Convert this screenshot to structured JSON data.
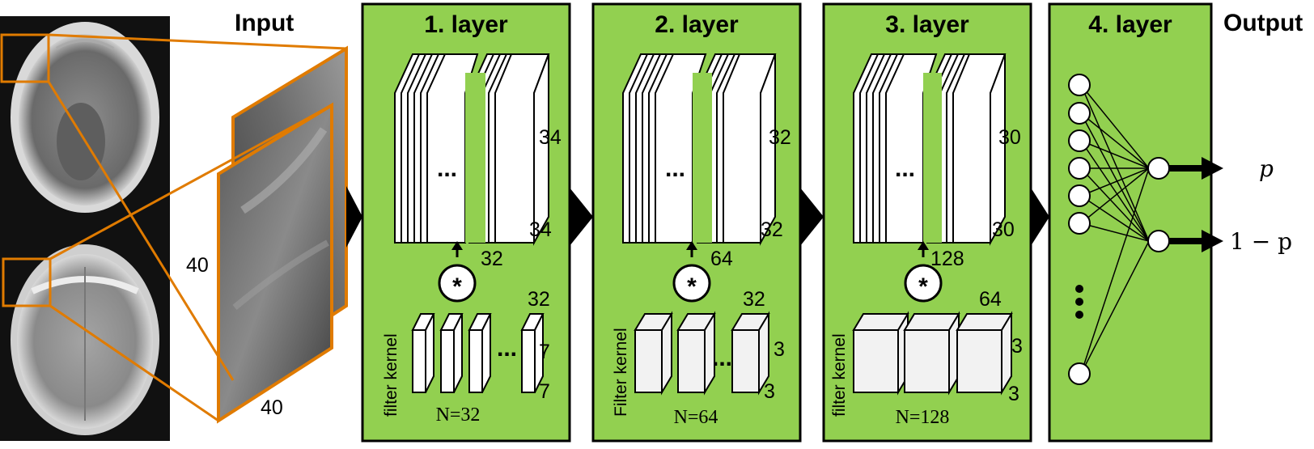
{
  "input": {
    "title": "Input",
    "patch_height_label": "40",
    "patch_width_label": "40"
  },
  "layers": [
    {
      "title": "1. layer",
      "map_height": "34",
      "map_width": "34",
      "map_depth": "32",
      "kernel_axis_label": "filter kernel",
      "kernel_count": "32",
      "kernel_height": "7",
      "kernel_width": "7",
      "count_label": "N=32",
      "conv_symbol": "*",
      "ellipsis": "..."
    },
    {
      "title": "2. layer",
      "map_height": "32",
      "map_width": "32",
      "map_depth": "64",
      "kernel_axis_label": "Filter kernel",
      "kernel_count": "32",
      "kernel_height": "3",
      "kernel_width": "3",
      "count_label": "N=64",
      "conv_symbol": "*",
      "ellipsis": "..."
    },
    {
      "title": "3. layer",
      "map_height": "30",
      "map_width": "30",
      "map_depth": "128",
      "kernel_axis_label": "filter kernel",
      "kernel_count": "64",
      "kernel_height": "3",
      "kernel_width": "3",
      "count_label": "N=128",
      "conv_symbol": "*",
      "ellipsis": "..."
    },
    {
      "title": "4. layer"
    }
  ],
  "output": {
    "title": "Output",
    "p_label": "p",
    "one_minus_p_label": "1 − p"
  },
  "colors": {
    "panel_fill": "#92d050",
    "input_border": "#e07b00",
    "mri_dark": "#111111"
  }
}
